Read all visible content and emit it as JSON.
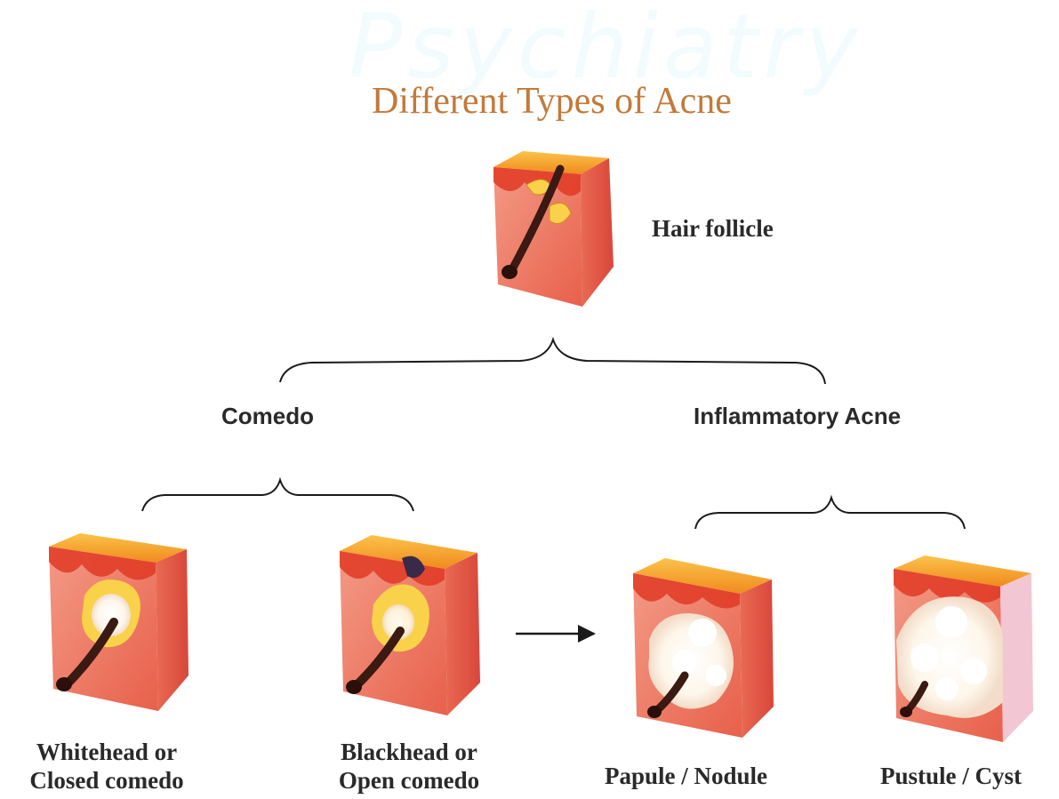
{
  "watermark": "Psychiatry",
  "title": "Different Types of Acne",
  "nodes": {
    "hair_follicle": "Hair follicle",
    "comedo": "Comedo",
    "inflammatory_acne": "Inflammatory Acne",
    "whitehead": {
      "line1": "Whitehead or",
      "line2": "Closed comedo"
    },
    "blackhead": {
      "line1": "Blackhead or",
      "line2": "Open comedo"
    },
    "papule": "Papule / Nodule",
    "pustule": "Pustule / Cyst"
  },
  "colors": {
    "title": "#c27a3a",
    "skin_top": "#f5a11e",
    "skin_side": "#e8604a",
    "skin_front": "#f07a68",
    "pus": "#fff6d0",
    "hair": "#3a1a12",
    "line": "#1a1a1a"
  }
}
